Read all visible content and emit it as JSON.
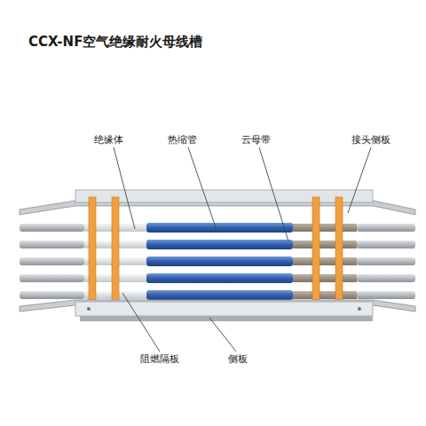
{
  "diagram": {
    "title": "CCX-NF空气绝缘耐火母线槽",
    "labels": [
      "绝缘体",
      "热缩管",
      "云母带",
      "接头侧板",
      "阻燃隔板",
      "侧板"
    ]
  }
}
